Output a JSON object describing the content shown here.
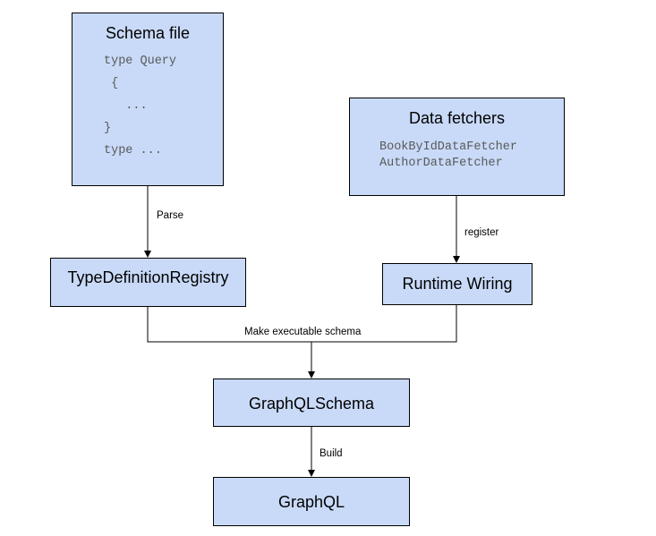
{
  "diagram": {
    "schema_file": {
      "title": "Schema file",
      "code_lines": [
        "type Query",
        " {",
        "   ...",
        "}",
        "type ..."
      ]
    },
    "data_fetchers": {
      "title": "Data fetchers",
      "code_lines": [
        "BookByIdDataFetcher",
        "AuthorDataFetcher"
      ]
    },
    "type_definition_registry": {
      "title": "TypeDefinitionRegistry"
    },
    "runtime_wiring": {
      "title": "Runtime Wiring"
    },
    "graphql_schema": {
      "title": "GraphQLSchema"
    },
    "graphql": {
      "title": "GraphQL"
    },
    "edges": {
      "parse": "Parse",
      "register": "register",
      "make_executable_schema": "Make executable schema",
      "build": "Build"
    },
    "colors": {
      "node_fill": "#c9daf8",
      "node_border": "#000000",
      "code_text": "#595959",
      "line": "#000000"
    }
  }
}
